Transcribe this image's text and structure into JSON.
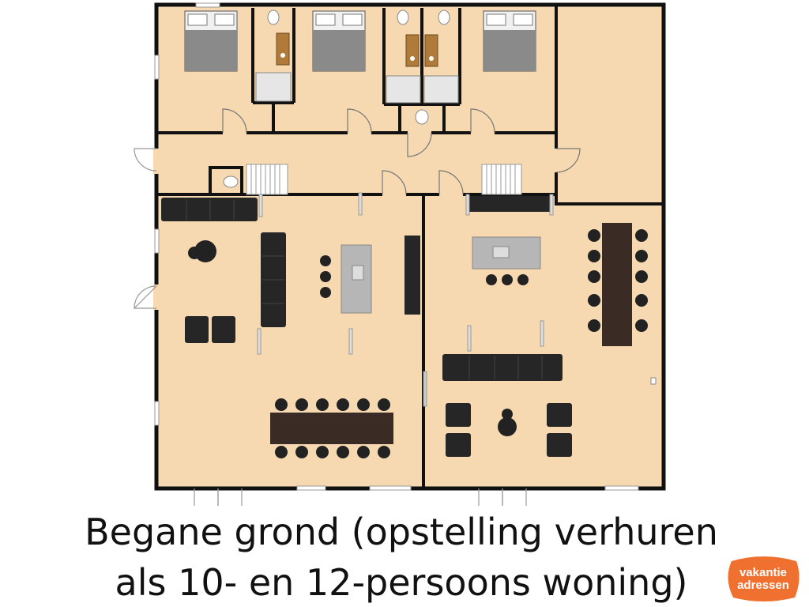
{
  "caption": {
    "line1": "Begane grond (opstelling verhuren",
    "line2": "als 10- en 12-persoons woning)"
  },
  "logo": {
    "line1": "vakantie",
    "line2": "adressen",
    "color": "#f07030"
  },
  "colors": {
    "floor": "#f6d9b0",
    "wall": "#111111",
    "sofa": "#262626",
    "table": "#3a2c24",
    "bed": "#8a8a8a",
    "island": "#b6b6b6",
    "cabinet": "#b07a3a",
    "shower": "#e6e6e6"
  }
}
